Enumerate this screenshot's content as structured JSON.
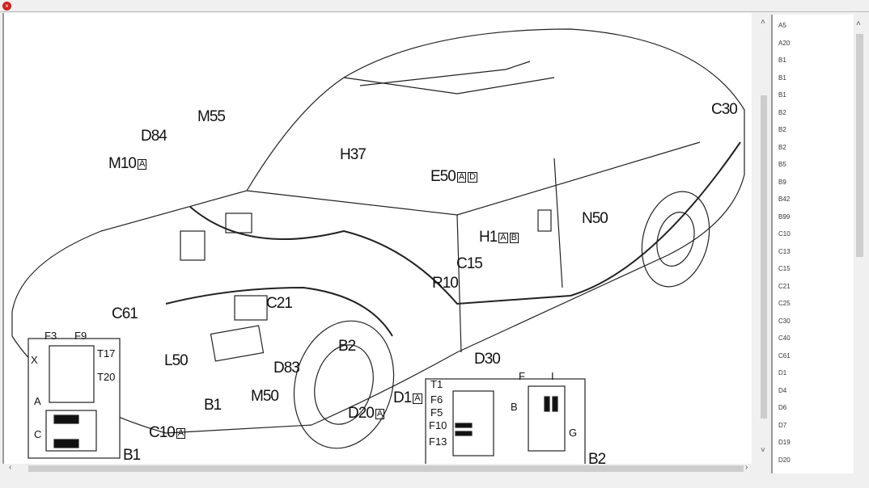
{
  "window": {
    "close_icon": "close-icon"
  },
  "labels": [
    {
      "text": "M55",
      "tags": []
    },
    {
      "text": "D84",
      "tags": []
    },
    {
      "text": "M10",
      "tags": [
        "A"
      ]
    },
    {
      "text": "H37",
      "tags": []
    },
    {
      "text": "E50",
      "tags": [
        "A",
        "D"
      ]
    },
    {
      "text": "H1",
      "tags": [
        "A",
        "B"
      ]
    },
    {
      "text": "N50",
      "tags": []
    },
    {
      "text": "C15",
      "tags": []
    },
    {
      "text": "R10",
      "tags": []
    },
    {
      "text": "C30",
      "tags": []
    },
    {
      "text": "C61",
      "tags": []
    },
    {
      "text": "C21",
      "tags": []
    },
    {
      "text": "L50",
      "tags": []
    },
    {
      "text": "B2",
      "tags": []
    },
    {
      "text": "D30",
      "tags": []
    },
    {
      "text": "D83",
      "tags": []
    },
    {
      "text": "M50",
      "tags": []
    },
    {
      "text": "B1",
      "tags": []
    },
    {
      "text": "D1",
      "tags": [
        "A"
      ]
    },
    {
      "text": "D20",
      "tags": [
        "A"
      ]
    },
    {
      "text": "C10",
      "tags": [
        "A"
      ]
    },
    {
      "text": "B2",
      "tags": []
    },
    {
      "text": "B1",
      "tags": []
    }
  ],
  "inset_b1": [
    "F3",
    "F9",
    "T17",
    "X",
    "T20",
    "A",
    "C"
  ],
  "inset_b2": [
    "T1",
    "F6",
    "F5",
    "F10",
    "F13",
    "F",
    "I",
    "B",
    "G"
  ],
  "component_list": [
    "A5",
    "A20",
    "B1",
    "B1",
    "B1",
    "B2",
    "B2",
    "B2",
    "B5",
    "B9",
    "B42",
    "B99",
    "C10",
    "C13",
    "C15",
    "C21",
    "C25",
    "C30",
    "C40",
    "C61",
    "D1",
    "D4",
    "D6",
    "D7",
    "D19",
    "D20"
  ]
}
